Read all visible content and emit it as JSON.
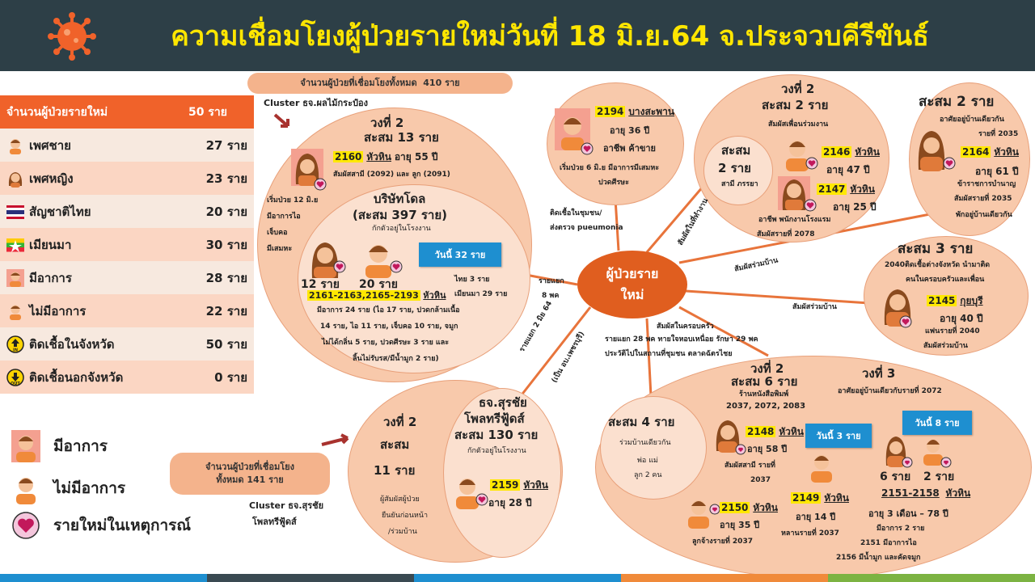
{
  "header": {
    "title": "ความเชื่อมโยงผู้ป่วยรายใหม่วันที่ 18 มิ.ย.64 จ.ประจวบคีรีขันธ์"
  },
  "summary": {
    "top_label": "จำนวนผู้ป่วยที่เชื่อมโยงทั้งหมด",
    "top_value": "410 ราย",
    "rows": [
      {
        "label": "จำนวนผู้ป่วยรายใหม่",
        "value": "50 ราย"
      },
      {
        "label": "เพศชาย",
        "value": "27 ราย"
      },
      {
        "label": "เพศหญิง",
        "value": "23 ราย"
      },
      {
        "label": "สัญชาติไทย",
        "value": "20 ราย"
      },
      {
        "label": "เมียนมา",
        "value": "30 ราย"
      },
      {
        "label": "มีอาการ",
        "value": "28 ราย"
      },
      {
        "label": "ไม่มีอาการ",
        "value": "22 ราย"
      },
      {
        "label": "ติดเชื้อในจังหวัด",
        "value": "50 ราย"
      },
      {
        "label": "ติดเชื้อนอกจังหวัด",
        "value": "0 ราย"
      }
    ],
    "in_label": "IN",
    "out_label": "OUT"
  },
  "legend": {
    "symptom": "มีอาการ",
    "no_symptom": "ไม่มีอาการ",
    "new_case": "รายใหม่ในเหตุการณ์"
  },
  "center": {
    "line1": "ผู้ป่วยราย",
    "line2": "ใหม่"
  },
  "cluster1": {
    "caption": "Cluster ธจ.ผลไม้กระป๋อง",
    "wave": "วงที่ 2",
    "total": "สะสม 13 ราย",
    "case_id": "2160",
    "case_place": "หัวหิน",
    "case_age": "อายุ 55 ปี",
    "contact": "สัมผัสสามี (2092) และ ลูก (2091)",
    "side": [
      "เริ่มป่วย 12 มิ.ย",
      "มีอาการไอ",
      "เจ็บคอ",
      "มีเสมหะ"
    ],
    "company": "บริษัทโดล",
    "company_total": "(สะสม 397 ราย)",
    "quarantine": "กักตัวอยู่ในโรงงาน",
    "today": "วันนี้ 32 ราย",
    "f_count": "12 ราย",
    "m_count": "20 ราย",
    "ids": "2161-2163,2165-2193",
    "place": "หัวหิน",
    "nat": "ไทย 3 ราย",
    "nat2": "เมียนมา 29 ราย",
    "detail": [
      "มีอาการ 24 ราย (ไอ 17 ราย, ปวดกล้ามเนื้อ",
      "14 ราย, ไอ 11 ราย, เจ็บคอ 10 ราย, จมูก",
      "ไม่ได้กลิ่น 5 ราย, ปวดศีรษะ 3 ราย และ",
      "ลิ้นไม่รับรส/มีน้ำมูก 2 ราย)"
    ]
  },
  "cluster2": {
    "top_label": "จำนวนผู้ป่วยที่เชื่อมโยง",
    "top_value": "ทั้งหมด 141 ราย",
    "caption1": "Cluster ธจ.สุรชัย",
    "caption2": "โพลทรีฟู้ดส์",
    "wave": "วงที่ 2",
    "total1": "สะสม",
    "total2": "11 ราย",
    "side": [
      "ผู้สัมผัสผู้ป่วย",
      "ยืนยันก่อนหน้า",
      "/ร่วมบ้าน"
    ],
    "company1": "ธจ.สุรชัย",
    "company2": "โพลทรีฟู้ดส์",
    "company_total": "สะสม 130 ราย",
    "quarantine": "กักตัวอยู่ในโรงงาน",
    "case_id": "2159",
    "case_place": "หัวหิน",
    "case_age": "อายุ 28 ปี"
  },
  "top_single": {
    "case_id": "2194",
    "case_place": "บางสะพาน",
    "age": "อายุ 36 ปี",
    "job": "อาชีพ ค้าขาย",
    "detail1": "เริ่มป่วย 6 มิ.ย มีอาการมีเสมหะ",
    "detail2": "ปวดศีรษะ",
    "link1": "ติดเชื้อในชุมชน/",
    "link2": "ส่งตรวจ pueumonia"
  },
  "coworker": {
    "wave": "วงที่ 2",
    "total": "สะสม 2 ราย",
    "note": "สัมผัสเพื่อนร่วมงาน",
    "inner_line1": "สะสม",
    "inner_line2": "2 ราย",
    "inner_note": "สามี ภรรยา",
    "case1_id": "2146",
    "case1_place": "หัวหิน",
    "case1_age": "อายุ 47 ปี",
    "case2_id": "2147",
    "case2_place": "หัวหิน",
    "case2_age": "อายุ 25 ปี",
    "job": "อาชีพ พนักงานโรงแรม",
    "contact": "สัมผัสรายที่ 2078",
    "link": "สัมผัสในที่ทำงาน"
  },
  "far_right": {
    "total": "สะสม 2 ราย",
    "note1": "อาศัยอยู่บ้านเดียวกัน",
    "note2": "รายที่ 2035",
    "case_id": "2164",
    "case_place": "หัวหิน",
    "age": "อายุ 61 ปี",
    "job": "ข้าราชการบำนาญ",
    "contact": "สัมผัสรายที่ 2035",
    "home": "พักอยู่บ้านเดียวกัน"
  },
  "right3": {
    "total": "สะสม 3 ราย",
    "note1": "2040ติดเชื้อต่างจังหวัด นำมาติด",
    "note2": "คนในครอบครัวและเพื่อน",
    "case_id": "2145",
    "case_place": "กุยบุรี",
    "age": "อายุ 40 ปี",
    "rel": "แฟนรายที่ 2040",
    "contact": "สัมผัสร่วมบ้าน",
    "link1": "สัมผัสร่วมบ้าน",
    "link2": "สัมผัสร่วมบ้าน"
  },
  "family": {
    "link": "สัมผัสในครอบครัว",
    "line1": "รายแยก 28 พค ทายใจหอบเหนื่อย รักษา 29 พค",
    "line2": "ประวัติไปในสถานที่ชุมชน ตลาดฉัตรไชย"
  },
  "bottom": {
    "left_total": "สะสม 4 ราย",
    "left_note": "ร่วมบ้านเดียวกัน",
    "left_rel1": "พ่อ แม่",
    "left_rel2": "ลูก 2 คน",
    "wave2": "วงที่ 2",
    "wave2_total": "สะสม 6 ราย",
    "wave2_note": "ร้านหนังสือพิมพ์",
    "wave2_ids": "2037, 2072, 2083",
    "today3": "วันนี้ 3 ราย",
    "c2148_id": "2148",
    "c2148_place": "หัวหิน",
    "c2148_age": "อายุ 58 ปี",
    "c2148_contact": "สัมผัสสามี รายที่",
    "c2148_ref": "2037",
    "c2150_id": "2150",
    "c2150_place": "หัวหิน",
    "c2150_age": "อายุ 35 ปี",
    "c2150_rel": "ลูกจ้างรายที่ 2037",
    "c2149_id": "2149",
    "c2149_place": "หัวหิน",
    "c2149_age": "อายุ 14 ปี",
    "c2149_rel": "หลานรายที่ 2037",
    "wave3": "วงที่ 3",
    "wave3_note": "อาศัยอยู่บ้านเดียวกับรายที่ 2072",
    "today8": "วันนี้ 8 ราย",
    "f_count": "6 ราย",
    "m_count": "2 ราย",
    "range_id": "2151-2158",
    "range_place": "หัวหิน",
    "range_age": "อายุ 3 เดือน – 78 ปี",
    "sym1": "มีอาการ 2 ราย",
    "sym2": "2151 มีอาการไอ",
    "sym3": "2156 มีน้ำมูก และคัดจมูก"
  },
  "links": {
    "l1a": "รายแยก",
    "l1b": "8 พค",
    "l2a": "รายแยก 2 มิย 64",
    "l2b": "(เป็น อบ.เพชรบุรี)"
  },
  "colors": {
    "header": "#2d3f47",
    "title": "#ffe600",
    "accent": "#e05e1f",
    "line": "#e8743b"
  }
}
